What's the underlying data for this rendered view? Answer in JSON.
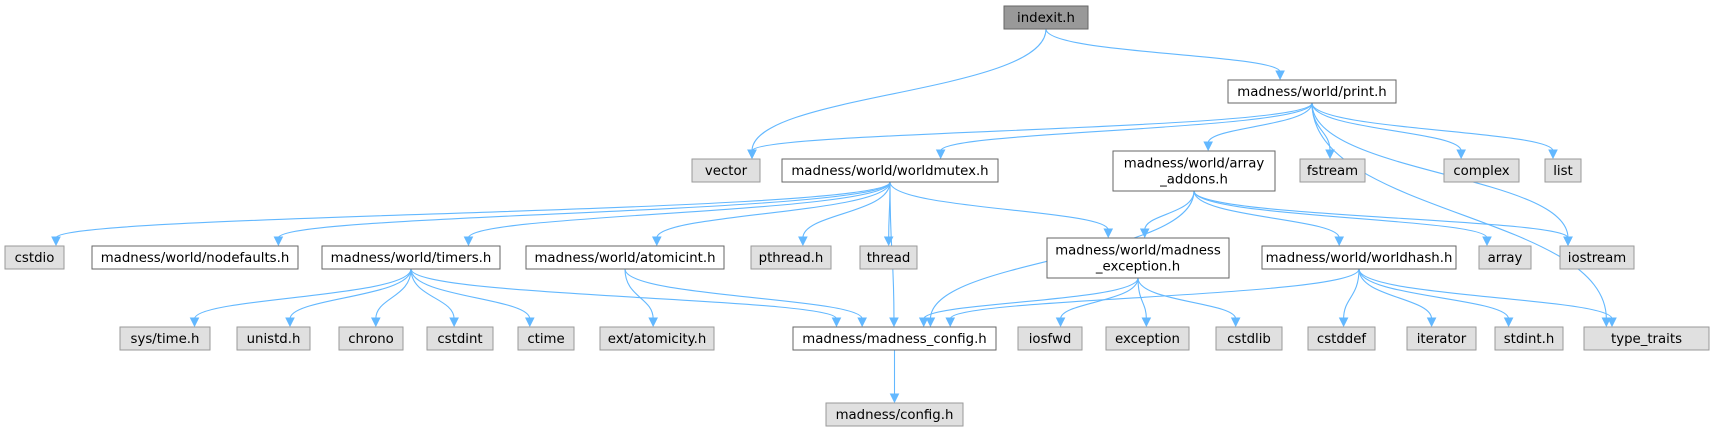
{
  "diagram": {
    "nodes": [
      {
        "id": "indexit",
        "kind": "root",
        "lines": [
          "indexit.h"
        ]
      },
      {
        "id": "print",
        "kind": "local",
        "lines": [
          "madness/world/print.h"
        ]
      },
      {
        "id": "vector",
        "kind": "system",
        "lines": [
          "vector"
        ]
      },
      {
        "id": "worldmutex",
        "kind": "local",
        "lines": [
          "madness/world/worldmutex.h"
        ]
      },
      {
        "id": "array_addons",
        "kind": "local",
        "lines": [
          "madness/world/array",
          "_addons.h"
        ]
      },
      {
        "id": "fstream",
        "kind": "system",
        "lines": [
          "fstream"
        ]
      },
      {
        "id": "complex",
        "kind": "system",
        "lines": [
          "complex"
        ]
      },
      {
        "id": "list",
        "kind": "system",
        "lines": [
          "list"
        ]
      },
      {
        "id": "cstdio",
        "kind": "system",
        "lines": [
          "cstdio"
        ]
      },
      {
        "id": "nodefaults",
        "kind": "local",
        "lines": [
          "madness/world/nodefaults.h"
        ]
      },
      {
        "id": "timers",
        "kind": "local",
        "lines": [
          "madness/world/timers.h"
        ]
      },
      {
        "id": "atomicint",
        "kind": "local",
        "lines": [
          "madness/world/atomicint.h"
        ]
      },
      {
        "id": "pthread",
        "kind": "system",
        "lines": [
          "pthread.h"
        ]
      },
      {
        "id": "thread",
        "kind": "system",
        "lines": [
          "thread"
        ]
      },
      {
        "id": "madness_exception",
        "kind": "local",
        "lines": [
          "madness/world/madness",
          "_exception.h"
        ]
      },
      {
        "id": "worldhash",
        "kind": "local",
        "lines": [
          "madness/world/worldhash.h"
        ]
      },
      {
        "id": "array",
        "kind": "system",
        "lines": [
          "array"
        ]
      },
      {
        "id": "iostream",
        "kind": "system",
        "lines": [
          "iostream"
        ]
      },
      {
        "id": "systime",
        "kind": "system",
        "lines": [
          "sys/time.h"
        ]
      },
      {
        "id": "unistd",
        "kind": "system",
        "lines": [
          "unistd.h"
        ]
      },
      {
        "id": "chrono",
        "kind": "system",
        "lines": [
          "chrono"
        ]
      },
      {
        "id": "cstdint",
        "kind": "system",
        "lines": [
          "cstdint"
        ]
      },
      {
        "id": "ctime",
        "kind": "system",
        "lines": [
          "ctime"
        ]
      },
      {
        "id": "atomicity",
        "kind": "system",
        "lines": [
          "ext/atomicity.h"
        ]
      },
      {
        "id": "madness_config",
        "kind": "local",
        "lines": [
          "madness/madness_config.h"
        ]
      },
      {
        "id": "iosfwd",
        "kind": "system",
        "lines": [
          "iosfwd"
        ]
      },
      {
        "id": "exception",
        "kind": "system",
        "lines": [
          "exception"
        ]
      },
      {
        "id": "cstdlib",
        "kind": "system",
        "lines": [
          "cstdlib"
        ]
      },
      {
        "id": "cstddef",
        "kind": "system",
        "lines": [
          "cstddef"
        ]
      },
      {
        "id": "iterator",
        "kind": "system",
        "lines": [
          "iterator"
        ]
      },
      {
        "id": "stdint",
        "kind": "system",
        "lines": [
          "stdint.h"
        ]
      },
      {
        "id": "type_traits",
        "kind": "system",
        "lines": [
          "type_traits"
        ]
      },
      {
        "id": "config",
        "kind": "system",
        "lines": [
          "madness/config.h"
        ]
      }
    ],
    "edges": [
      [
        "indexit",
        "vector"
      ],
      [
        "indexit",
        "print"
      ],
      [
        "print",
        "vector"
      ],
      [
        "print",
        "worldmutex"
      ],
      [
        "print",
        "array_addons"
      ],
      [
        "print",
        "fstream"
      ],
      [
        "print",
        "complex"
      ],
      [
        "print",
        "list"
      ],
      [
        "print",
        "iostream"
      ],
      [
        "print",
        "type_traits"
      ],
      [
        "worldmutex",
        "cstdio"
      ],
      [
        "worldmutex",
        "nodefaults"
      ],
      [
        "worldmutex",
        "timers"
      ],
      [
        "worldmutex",
        "atomicint"
      ],
      [
        "worldmutex",
        "pthread"
      ],
      [
        "worldmutex",
        "thread"
      ],
      [
        "worldmutex",
        "madness_exception"
      ],
      [
        "worldmutex",
        "madness_config"
      ],
      [
        "array_addons",
        "madness_config"
      ],
      [
        "array_addons",
        "madness_exception"
      ],
      [
        "array_addons",
        "worldhash"
      ],
      [
        "array_addons",
        "array"
      ],
      [
        "array_addons",
        "iostream"
      ],
      [
        "timers",
        "systime"
      ],
      [
        "timers",
        "unistd"
      ],
      [
        "timers",
        "chrono"
      ],
      [
        "timers",
        "cstdint"
      ],
      [
        "timers",
        "ctime"
      ],
      [
        "timers",
        "madness_config"
      ],
      [
        "atomicint",
        "atomicity"
      ],
      [
        "atomicint",
        "madness_config"
      ],
      [
        "madness_exception",
        "madness_config"
      ],
      [
        "madness_exception",
        "iosfwd"
      ],
      [
        "madness_exception",
        "exception"
      ],
      [
        "madness_exception",
        "cstdlib"
      ],
      [
        "worldhash",
        "madness_config"
      ],
      [
        "worldhash",
        "cstddef"
      ],
      [
        "worldhash",
        "iterator"
      ],
      [
        "worldhash",
        "stdint"
      ],
      [
        "worldhash",
        "type_traits"
      ],
      [
        "madness_config",
        "config"
      ]
    ],
    "colors": {
      "edge": "#63b8ff",
      "root_fill": "#999999",
      "local_fill": "#ffffff",
      "system_fill": "#e0e0e0",
      "border_dark": "#666666",
      "border_light": "#999999"
    }
  }
}
